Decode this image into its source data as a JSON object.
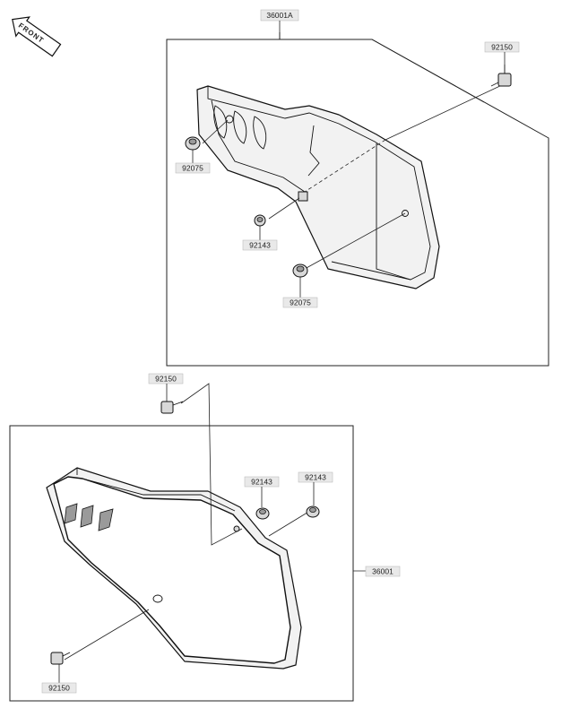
{
  "front_badge": {
    "text": "FRONT"
  },
  "assemblies": {
    "upper": {
      "label": "36001A"
    },
    "lower": {
      "label": "36001"
    }
  },
  "callouts": {
    "upper_bolt": "92150",
    "upper_grommet_a": "92075",
    "upper_collar": "92143",
    "upper_grommet_b": "92075",
    "lower_bolt_top": "92150",
    "lower_collar_a": "92143",
    "lower_collar_b": "92143",
    "lower_bolt_bottom": "92150"
  }
}
